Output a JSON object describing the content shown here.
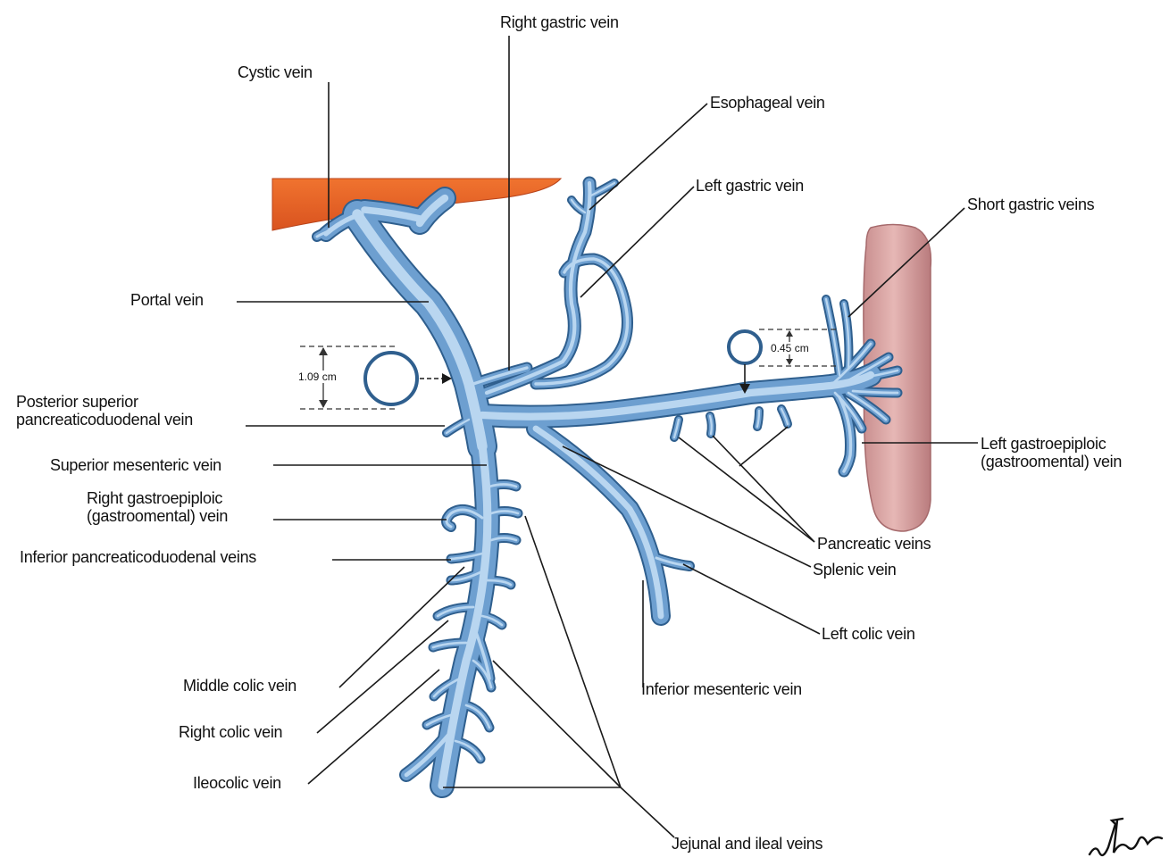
{
  "labels": {
    "right_gastric_vein": "Right gastric vein",
    "cystic_vein": "Cystic vein",
    "esophageal_vein": "Esophageal vein",
    "left_gastric_vein": "Left gastric vein",
    "short_gastric_veins": "Short gastric veins",
    "portal_vein": "Portal vein",
    "posterior_superior_line1": "Posterior superior",
    "posterior_superior_line2": "pancreaticoduodenal vein",
    "superior_mesenteric_vein": "Superior mesenteric vein",
    "right_gastroepiploic_line1": "Right gastroepiploic",
    "right_gastroepiploic_line2": "(gastroomental) vein",
    "inferior_pancreaticoduodenal_veins": "Inferior pancreaticoduodenal veins",
    "middle_colic_vein": "Middle colic vein",
    "right_colic_vein": "Right colic vein",
    "ileocolic_vein": "Ileocolic vein",
    "jejunal_and_ileal_veins": "Jejunal and ileal veins",
    "inferior_mesenteric_vein": "Inferior mesenteric vein",
    "left_colic_vein": "Left colic vein",
    "splenic_vein": "Splenic vein",
    "pancreatic_veins": "Pancreatic veins",
    "left_gastroepiploic_line1": "Left gastroepiploic",
    "left_gastroepiploic_line2": "(gastroomental) vein"
  },
  "measurements": {
    "portal_diameter": "1.09 cm",
    "splenic_diameter": "0.45 cm"
  },
  "colors": {
    "vein_body": "#6d9fd0",
    "vein_edge": "#2f5f8e",
    "vein_highlight": "#b9d6f0",
    "liver": "#e8602a",
    "spleen": "#d9a3a3",
    "leader_lines": "#1a1a1a"
  }
}
